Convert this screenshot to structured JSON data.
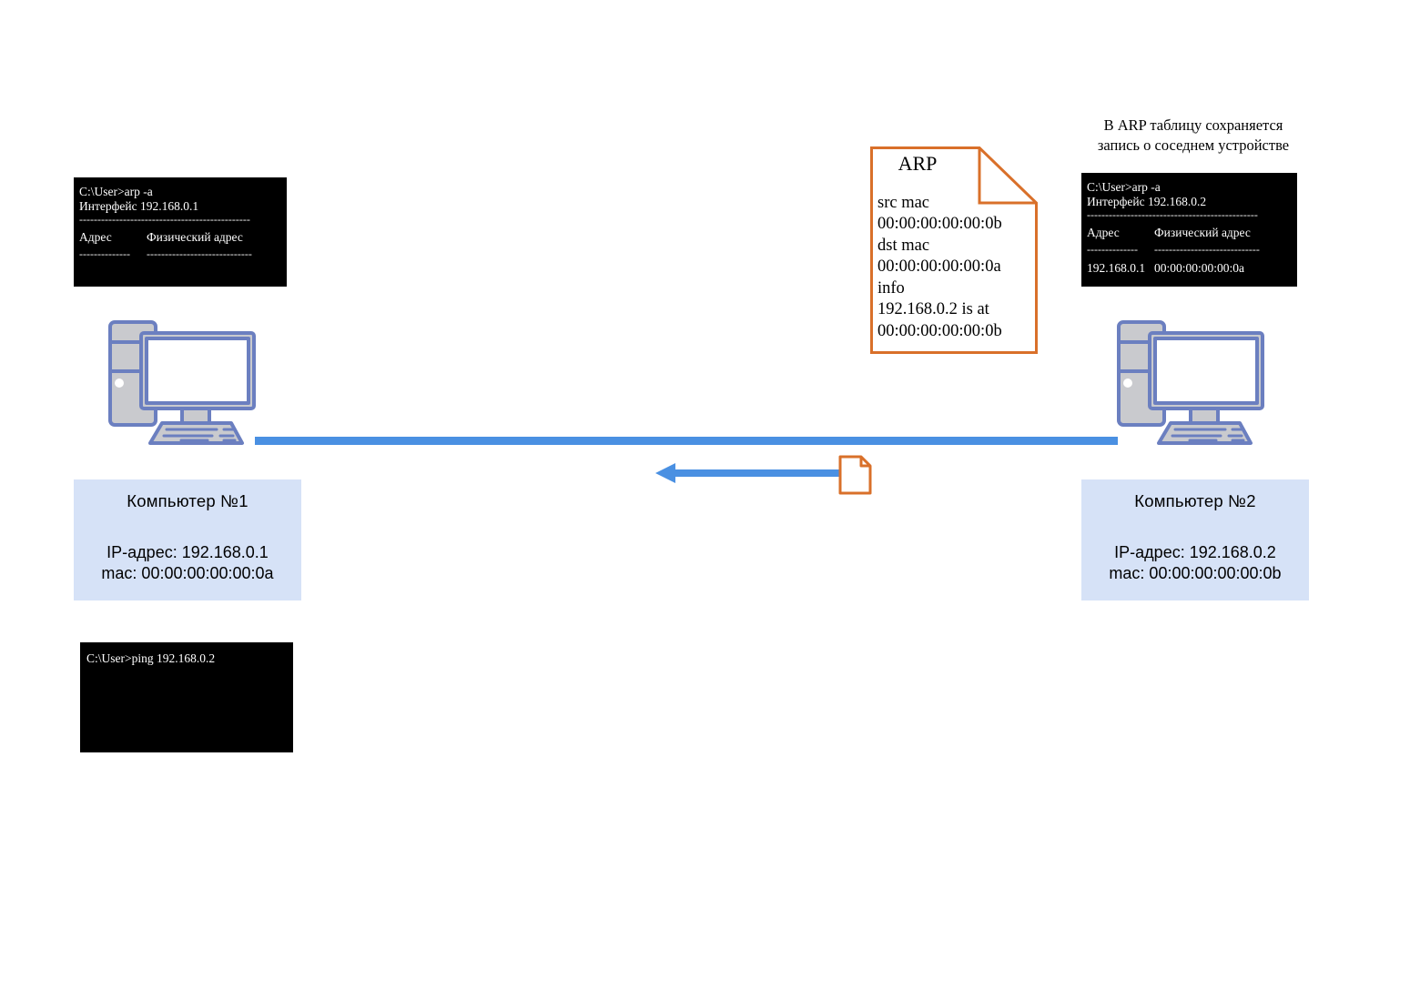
{
  "diagram": {
    "title": "ARP reply diagram",
    "colors": {
      "link_blue": "#4a90e2",
      "infobox_blue": "#d6e2f7",
      "packet_orange": "#d9702a",
      "terminal_bg": "#000000",
      "icon_outline": "#6b7fc0",
      "icon_fill": "#c9cace"
    }
  },
  "terminal_left": {
    "command": "C:\\User>arp -a",
    "interface": "Интерфейс 192.168.0.1",
    "rule_top": "-----------------------------------------------",
    "header_address": "Адрес",
    "header_physical": "Физический адрес",
    "rule_addr": "--------------",
    "rule_phys": "-----------------------------",
    "rows": []
  },
  "terminal_right": {
    "command": "C:\\User>arp -a",
    "interface": "Интерфейс 192.168.0.2",
    "rule_top": "-----------------------------------------------",
    "header_address": "Адрес",
    "header_physical": "Физический адрес",
    "rule_addr": "--------------",
    "rule_phys": "-----------------------------",
    "row_address": "192.168.0.1",
    "row_physical": "00:00:00:00:00:0a"
  },
  "terminal_bottom": {
    "command": "C:\\User>ping 192.168.0.2"
  },
  "computer_left": {
    "title": "Компьютер №1",
    "ip": "IP-адрес: 192.168.0.1",
    "mac": "mac: 00:00:00:00:00:0a"
  },
  "computer_right": {
    "title": "Компьютер №2",
    "ip": "IP-адрес: 192.168.0.2",
    "mac": "mac: 00:00:00:00:00:0b"
  },
  "arp_packet": {
    "title": "ARP",
    "src_mac_label": "src mac",
    "src_mac_value": "00:00:00:00:00:0b",
    "dst_mac_label": "dst mac",
    "dst_mac_value": "00:00:00:00:00:0a",
    "info_label": "info",
    "info_line1": "192.168.0.2 is at",
    "info_line2": "00:00:00:00:00:0b"
  },
  "caption": {
    "line1": "В ARP таблицу сохраняется",
    "line2": "запись о соседнем устройстве"
  }
}
